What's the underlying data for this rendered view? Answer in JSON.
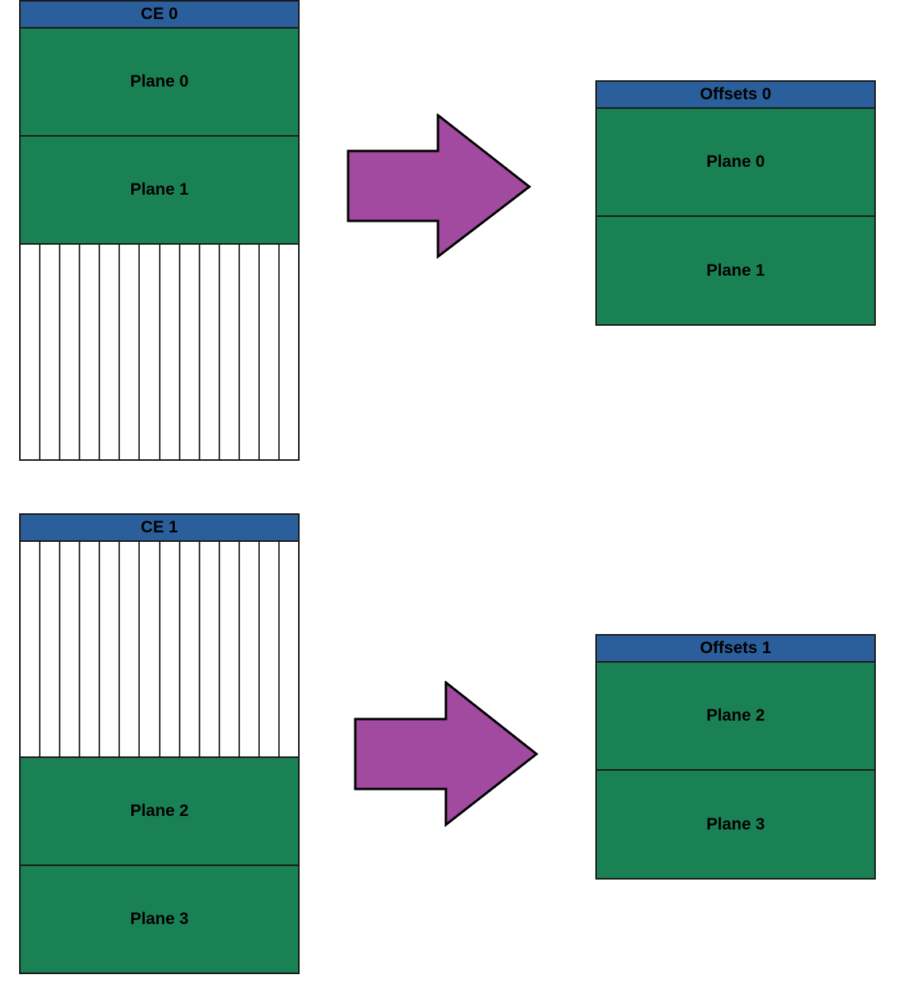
{
  "ce0": {
    "title": "CE 0",
    "planes": [
      "Plane 0",
      "Plane 1"
    ]
  },
  "ce1": {
    "title": "CE 1",
    "planes": [
      "Plane 2",
      "Plane 3"
    ]
  },
  "offsets0": {
    "title": "Offsets 0",
    "planes": [
      "Plane 0",
      "Plane 1"
    ]
  },
  "offsets1": {
    "title": "Offsets 1",
    "planes": [
      "Plane 2",
      "Plane 3"
    ]
  },
  "colors": {
    "header": "#2b5f9b",
    "plane": "#1a8155",
    "arrow": "#a14a9f",
    "border": "#1a1a1a"
  }
}
